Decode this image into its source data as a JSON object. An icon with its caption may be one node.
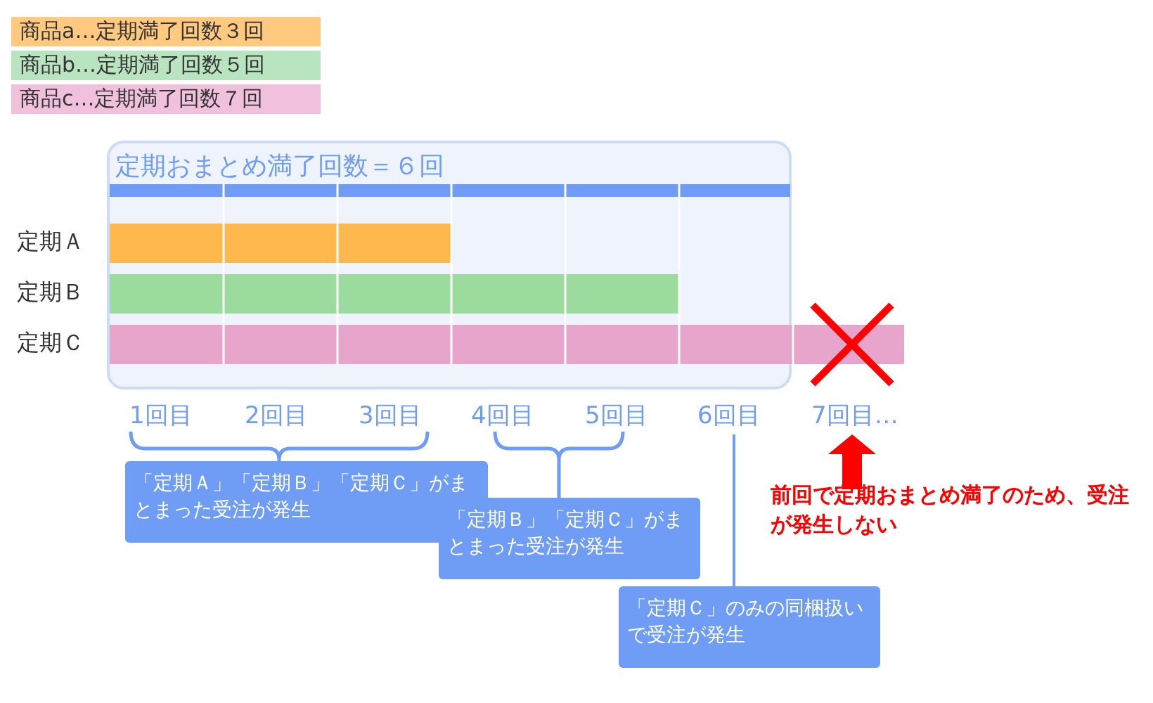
{
  "diagram": {
    "nodes": [
      {
        "text": [
          "定期おまとめ満了回数＝６回"
        ]
      },
      {
        "text": [
          "「定期Ａ」「定期Ｂ」「定期Ｃ」がまとまった受注が発生"
        ]
      },
      {
        "text": [
          "「定期Ｂ」「定期Ｃ」がまとまった受注が発生"
        ]
      },
      {
        "text": [
          "「定期Ｃ」のみの同梱扱いで受注が発生"
        ]
      },
      {
        "text": [
          "前回で定期おまとめ満了のため、受注が発生しない"
        ]
      },
      {
        "text": [
          "6回目"
        ]
      },
      {
        "text": [
          "7回目…"
        ]
      }
    ],
    "edges": [
      {
        "from": 3,
        "to": 5,
        "arrow": "none"
      },
      {
        "from": 4,
        "to": 6,
        "arrow": "to",
        "style": "thick",
        "color": "#ff0000"
      }
    ],
    "labels": [
      "定期Ａ",
      "定期Ｂ",
      "定期Ｃ",
      "1回目",
      "2回目",
      "3回目",
      "4回目",
      "5回目"
    ],
    "legend": [
      {
        "text": "商品a…定期満了回数３回",
        "color": "#ffc97f"
      },
      {
        "text": "商品b…定期満了回数５回",
        "color": "#b9e4c0"
      },
      {
        "text": "商品c…定期満了回数７回",
        "color": "#f0c0dc"
      }
    ]
  }
}
